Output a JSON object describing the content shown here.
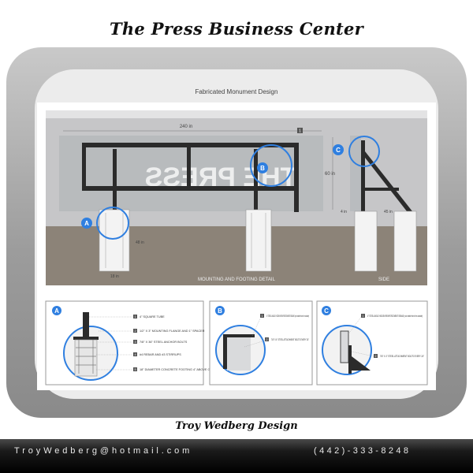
{
  "header": {
    "title": "The Press Business Center"
  },
  "sheet": {
    "title": "Fabricated Monument Design"
  },
  "main_drawing": {
    "sign_text": "THE PRESS",
    "width_dim": "240 in",
    "height_dim": "60 in",
    "low_dim": "4 in",
    "footing_dim": "48 in",
    "base_dim": "18 in",
    "side_dim": "45 in",
    "small_tag": "1",
    "caption_mounting": "MOUNTING AND FOOTING DETAIL",
    "caption_side": "SIDE",
    "callouts": [
      "A",
      "B",
      "C"
    ]
  },
  "detail_a": {
    "label": "A",
    "notes": [
      {
        "num": "1",
        "text": "4\" SQUARE TUBE"
      },
      {
        "num": "2",
        "text": "1/2\" X 3\" MOUNTING FLANGE AND 1\" SPACER"
      },
      {
        "num": "3",
        "text": "7/8\" X 36\" STEEL ANCHOR BOLTS"
      },
      {
        "num": "4",
        "text": "#4 REBAR AND #3 STIRRUPS"
      },
      {
        "num": "5",
        "text": "18\" DIAMETER CONCRETE FOOTING 4\" ABOVE GRADE"
      }
    ]
  },
  "detail_b": {
    "label": "B",
    "notes": [
      {
        "num": "1",
        "text": "4\" STEEL ANGLE HIDDEN REINFORCEMENT BEAMS (not visible from the outside)"
      },
      {
        "num": "2",
        "text": "7/8\" X 4\" STEEL ATTACHMENT BOLTS EVERY 24\""
      }
    ]
  },
  "detail_c": {
    "label": "C",
    "notes": [
      {
        "num": "1",
        "text": "4\" STEEL ANGLE HIDDEN REINFORCEMENT BEAMS (not visible from the outside)"
      },
      {
        "num": "2",
        "text": "7/8\" X 4\" STEEL ATTACHMENT BOLTS EVERY 24\""
      }
    ]
  },
  "footer": {
    "designer": "Troy Wedberg Design",
    "email": "TroyWedberg@hotmail.com",
    "phone": "(442)-333-8248"
  },
  "colors": {
    "callout_blue": "#2f7fe0",
    "steel": "#2b2b2b",
    "ground": "#8c8378",
    "sky": "#c9c9cb"
  }
}
